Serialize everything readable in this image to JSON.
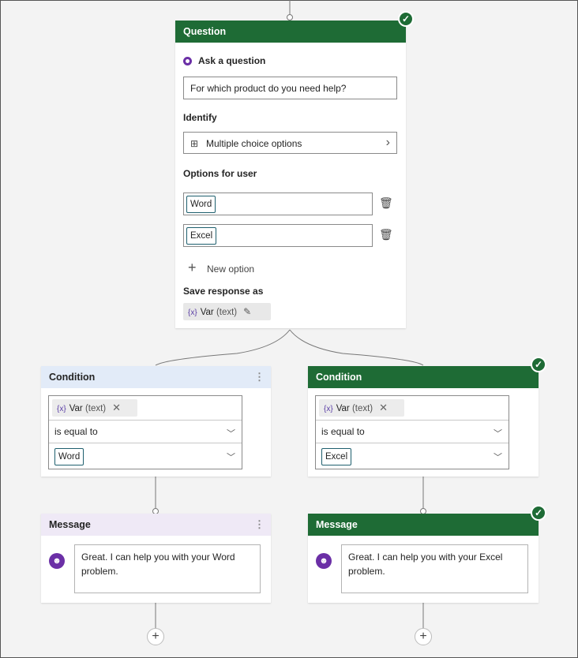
{
  "question_node": {
    "header": "Question",
    "ask_label": "Ask a question",
    "question_text": "For which product do you need help?",
    "identify_label": "Identify",
    "identify_value": "Multiple choice options",
    "options_label": "Options for user",
    "options": [
      "Word",
      "Excel"
    ],
    "new_option_label": "New option",
    "save_label": "Save response as",
    "var_brace": "{x}",
    "var_name": "Var",
    "var_type": "(text)"
  },
  "condition_left": {
    "header": "Condition",
    "var_brace": "{x}",
    "var_name": "Var",
    "var_type": "(text)",
    "operator": "is equal to",
    "value": "Word"
  },
  "condition_right": {
    "header": "Condition",
    "var_brace": "{x}",
    "var_name": "Var",
    "var_type": "(text)",
    "operator": "is equal to",
    "value": "Excel"
  },
  "message_left": {
    "header": "Message",
    "text": "Great. I can help you with your Word problem."
  },
  "message_right": {
    "header": "Message",
    "text": "Great. I can help you with your Excel problem."
  },
  "colors": {
    "header_green": "#1e6b35",
    "header_blue": "#e2ebf8",
    "header_purple": "#efe9f6",
    "bot_purple": "#6b2fa6"
  }
}
